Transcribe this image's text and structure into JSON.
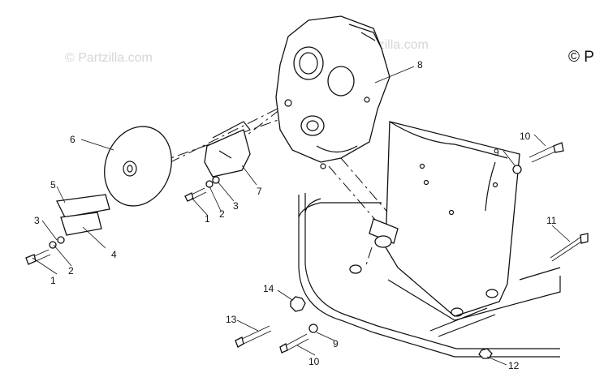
{
  "watermarks": [
    "© Partzilla.com",
    "© Partzilla.com"
  ],
  "corner_mark": "© P",
  "callouts": [
    {
      "id": "c1a",
      "text": "1"
    },
    {
      "id": "c2a",
      "text": "2"
    },
    {
      "id": "c3a",
      "text": "3"
    },
    {
      "id": "c4",
      "text": "4"
    },
    {
      "id": "c5",
      "text": "5"
    },
    {
      "id": "c6",
      "text": "6"
    },
    {
      "id": "c1b",
      "text": "1"
    },
    {
      "id": "c2b",
      "text": "2"
    },
    {
      "id": "c3b",
      "text": "3"
    },
    {
      "id": "c7",
      "text": "7"
    },
    {
      "id": "c8",
      "text": "8"
    },
    {
      "id": "c10a",
      "text": "10"
    },
    {
      "id": "c9a",
      "text": "9"
    },
    {
      "id": "c11",
      "text": "11"
    },
    {
      "id": "c14",
      "text": "14"
    },
    {
      "id": "c13",
      "text": "13"
    },
    {
      "id": "c10b",
      "text": "10"
    },
    {
      "id": "c9b",
      "text": "9"
    },
    {
      "id": "c12",
      "text": "12"
    }
  ]
}
